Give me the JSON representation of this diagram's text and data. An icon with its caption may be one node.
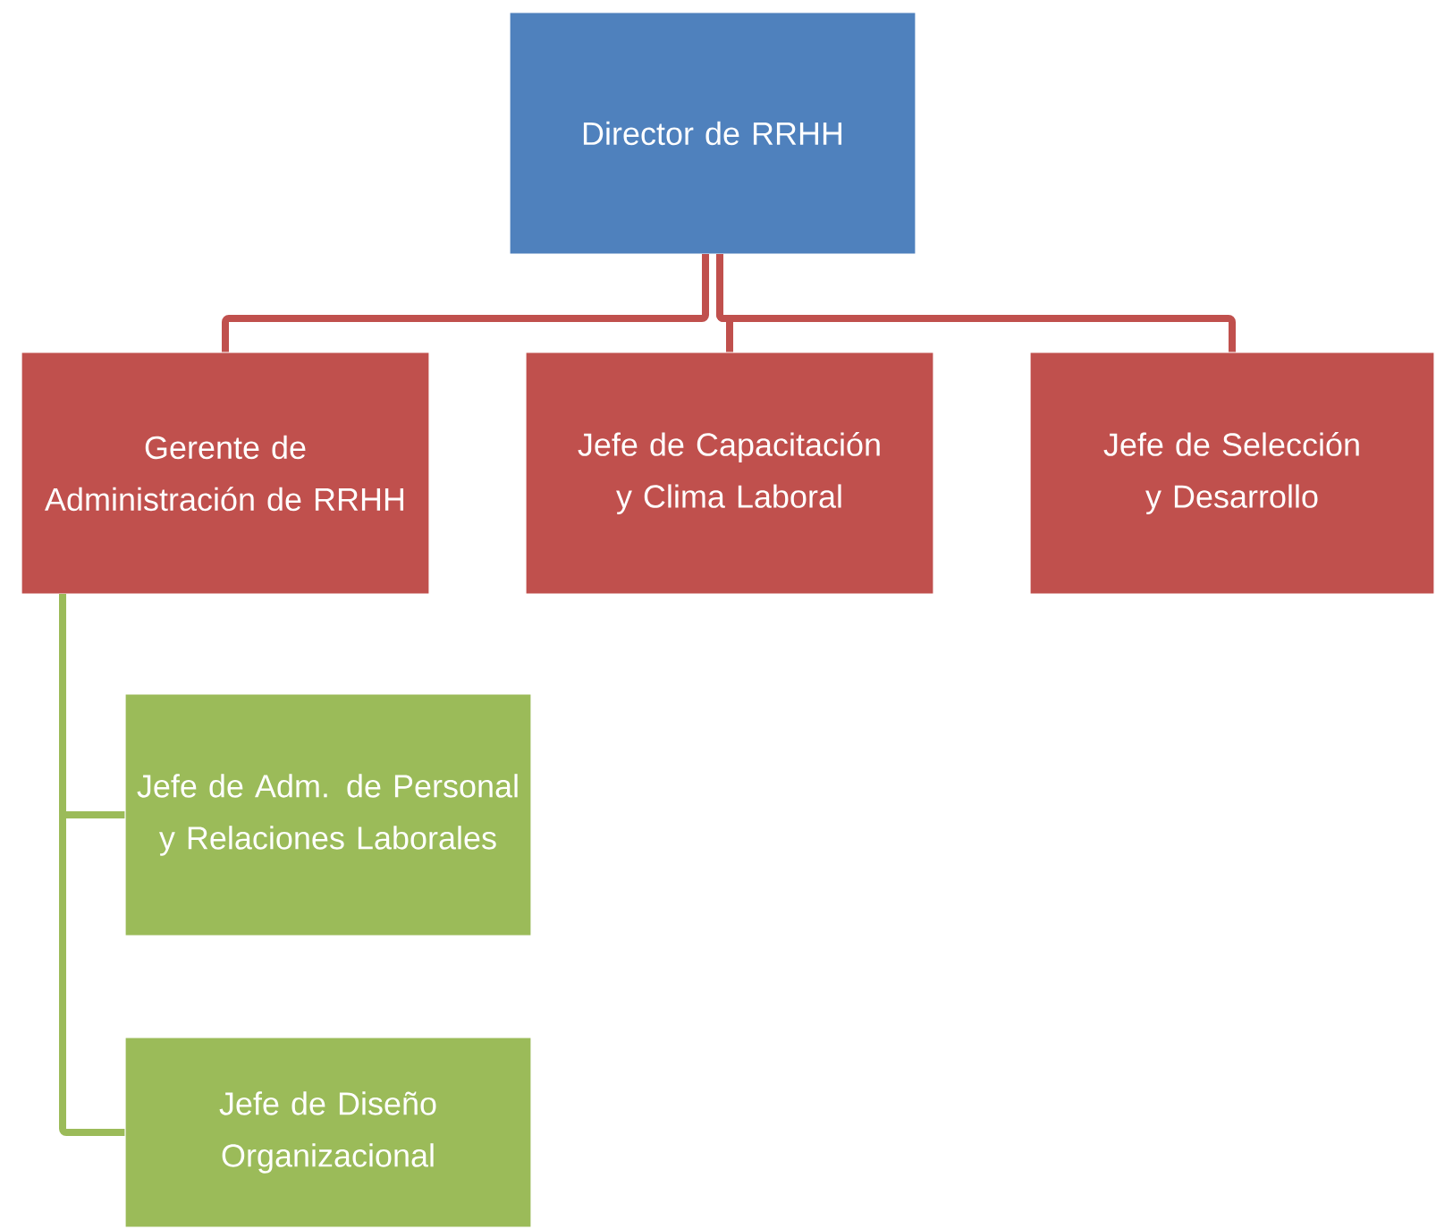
{
  "diagram": {
    "nodes": [
      {
        "text": [
          "Director de RRHH"
        ]
      },
      {
        "text": [
          "Gerente de Administración de RRHH"
        ]
      },
      {
        "text": [
          "Jefe de Capacitación y Clima Laboral"
        ]
      },
      {
        "text": [
          "Jefe de Selección y Desarrollo"
        ]
      },
      {
        "text": [
          "Jefe de Adm. de Personal y Relaciones Laborales"
        ]
      },
      {
        "text": [
          "Jefe de Diseño Organizacional"
        ]
      }
    ],
    "edges": [
      {
        "from": 0,
        "to": 1,
        "arrow": "none"
      },
      {
        "from": 0,
        "to": 2,
        "arrow": "none"
      },
      {
        "from": 0,
        "to": 3,
        "arrow": "none"
      },
      {
        "from": 1,
        "to": 4,
        "arrow": "none",
        "color": "#9bbb59"
      },
      {
        "from": 1,
        "to": 5,
        "arrow": "none",
        "color": "#9bbb59"
      }
    ]
  }
}
